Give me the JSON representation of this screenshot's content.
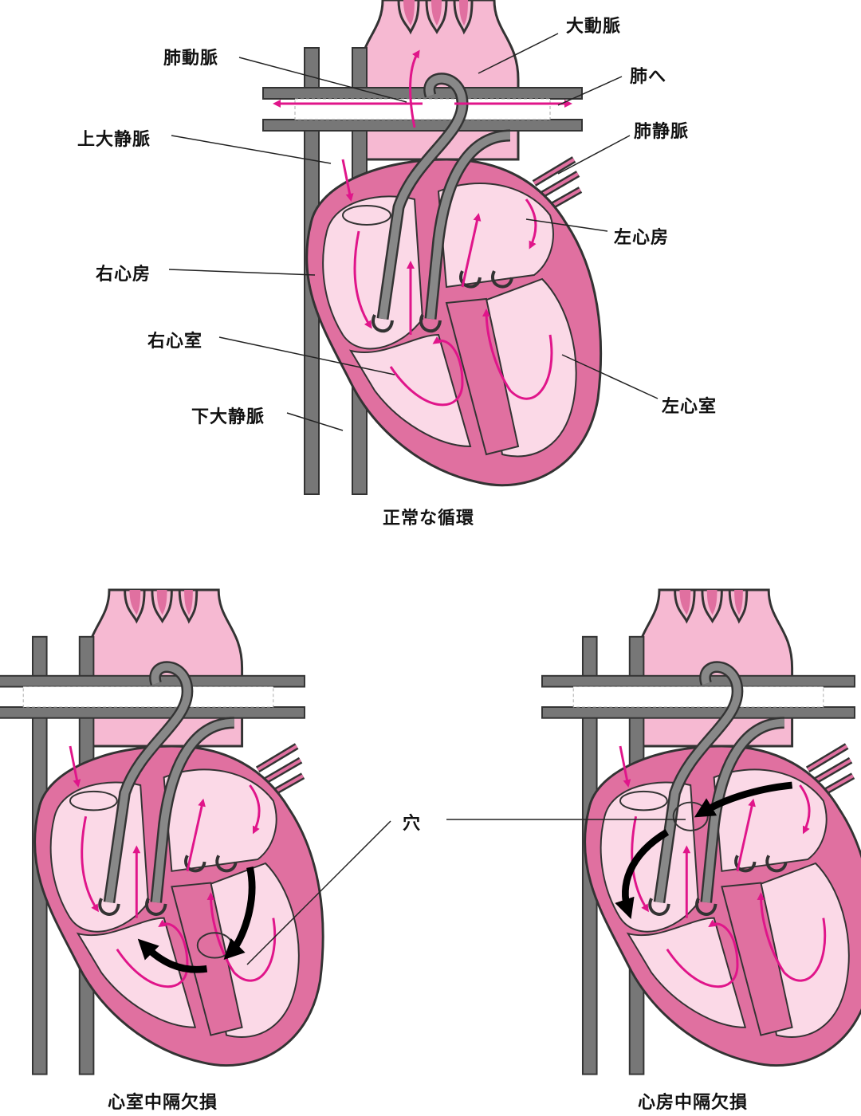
{
  "colors": {
    "outer_wall": "#e070a0",
    "inner_chamber": "#fbd9e7",
    "vessel_gray": "#777777",
    "vessel_outline": "#333333",
    "arrow_magenta": "#e0158a",
    "leak_arrow": "#000000"
  },
  "labels": {
    "aorta": "大動脈",
    "pulmonary_artery": "肺動脈",
    "to_lungs": "肺へ",
    "superior_vena_cava": "上大静脈",
    "pulmonary_vein": "肺静脈",
    "left_atrium": "左心房",
    "right_atrium": "右心房",
    "right_ventricle": "右心室",
    "inferior_vena_cava": "下大静脈",
    "left_ventricle": "左心室",
    "hole": "穴"
  },
  "captions": {
    "normal": "正常な循環",
    "vsd": "心室中隔欠損",
    "asd": "心房中隔欠損"
  }
}
